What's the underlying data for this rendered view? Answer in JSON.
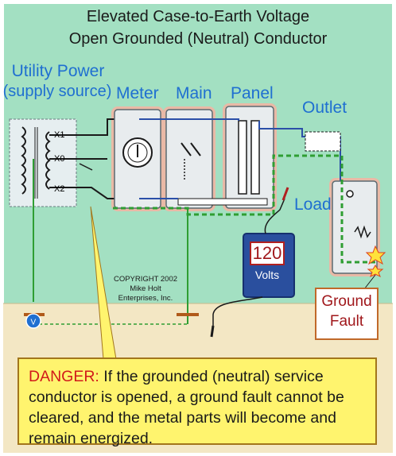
{
  "title": {
    "line1": "Elevated Case-to-Earth Voltage",
    "line2": "Open Grounded (Neutral) Conductor"
  },
  "labels": {
    "utility_line1": "Utility Power",
    "utility_line2": "(supply source)",
    "meter": "Meter",
    "main": "Main",
    "panel": "Panel",
    "outlet": "Outlet",
    "load": "Load"
  },
  "transformer": {
    "terminals": [
      "X1",
      "X0",
      "X2"
    ]
  },
  "copyright": {
    "line1": "COPYRIGHT 2002",
    "line2": "Mike Holt",
    "line3": "Enterprises, Inc."
  },
  "voltmeter": {
    "reading": "120",
    "unit": "Volts"
  },
  "ground_fault": {
    "line1": "Ground",
    "line2": "Fault"
  },
  "danger": {
    "prefix": "DANGER:",
    "message": " If the grounded (neutral) service conductor is opened, a ground fault cannot be cleared, and the metal parts will become and remain energized."
  },
  "colors": {
    "background_sky": "#a3e0c2",
    "earth": "#f3e7c4",
    "wire_hot": "#2b4fa8",
    "fault_path": "#2f9e33",
    "halo": "#e9b9a6",
    "danger_box": "#fff46e",
    "danger_text": "#d11a1a",
    "meter_case": "#2a4f9e",
    "label_blue": "#1f6fd1"
  }
}
